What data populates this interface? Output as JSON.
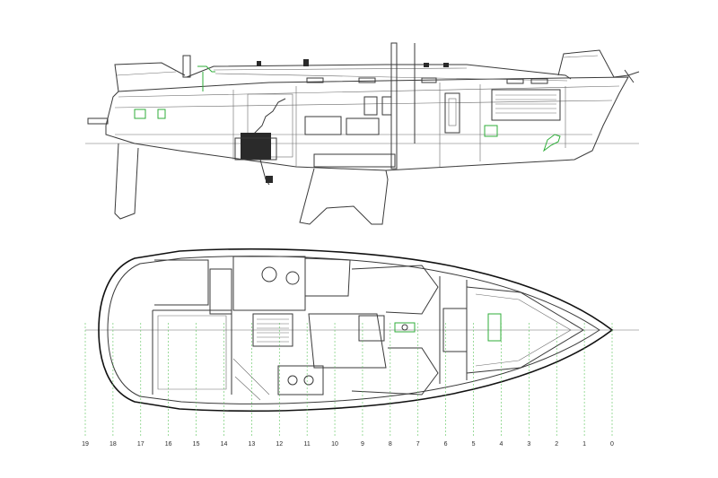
{
  "stations": {
    "labels": [
      "19",
      "18",
      "17",
      "16",
      "15",
      "14",
      "13",
      "12",
      "11",
      "10",
      "9",
      "8",
      "7",
      "6",
      "5",
      "4",
      "3",
      "2",
      "1",
      "0"
    ]
  },
  "colors": {
    "ink": "#3a3a3a",
    "green": "#2fae3a",
    "station_green": "#5cc45c"
  }
}
